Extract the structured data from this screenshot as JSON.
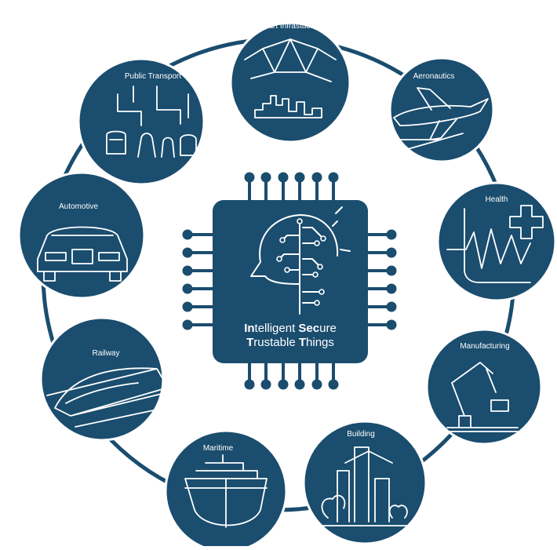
{
  "colors": {
    "primary": "#1a4d6e",
    "line": "#1a4d6e",
    "icon": "#ffffff"
  },
  "center": {
    "line1_bold1": "In",
    "line1_rest1": "telligent ",
    "line1_bold2": "Sec",
    "line1_rest2": "ure",
    "line2_bold1": "T",
    "line2_rest1": "rustable ",
    "line2_bold2": "T",
    "line2_rest2": "hings",
    "icon": "ai-head-circuit-icon"
  },
  "domains": [
    {
      "key": "smart-infrastructure",
      "label": "Smart Infrastucture",
      "icon": "city-network-icon"
    },
    {
      "key": "aeronautics",
      "label": "Aeronautics",
      "icon": "airplane-icon"
    },
    {
      "key": "health",
      "label": "Health",
      "icon": "heartbeat-cross-icon"
    },
    {
      "key": "manufacturing",
      "label": "Manufacturing",
      "icon": "robot-arm-icon"
    },
    {
      "key": "building",
      "label": "Building",
      "icon": "skyscraper-icon"
    },
    {
      "key": "maritime",
      "label": "Maritime",
      "icon": "ship-icon"
    },
    {
      "key": "railway",
      "label": "Railway",
      "icon": "train-icon"
    },
    {
      "key": "automotive",
      "label": "Automotive",
      "icon": "car-icon"
    },
    {
      "key": "public-transport",
      "label": "Public Transport",
      "icon": "commuters-bus-icon"
    }
  ]
}
